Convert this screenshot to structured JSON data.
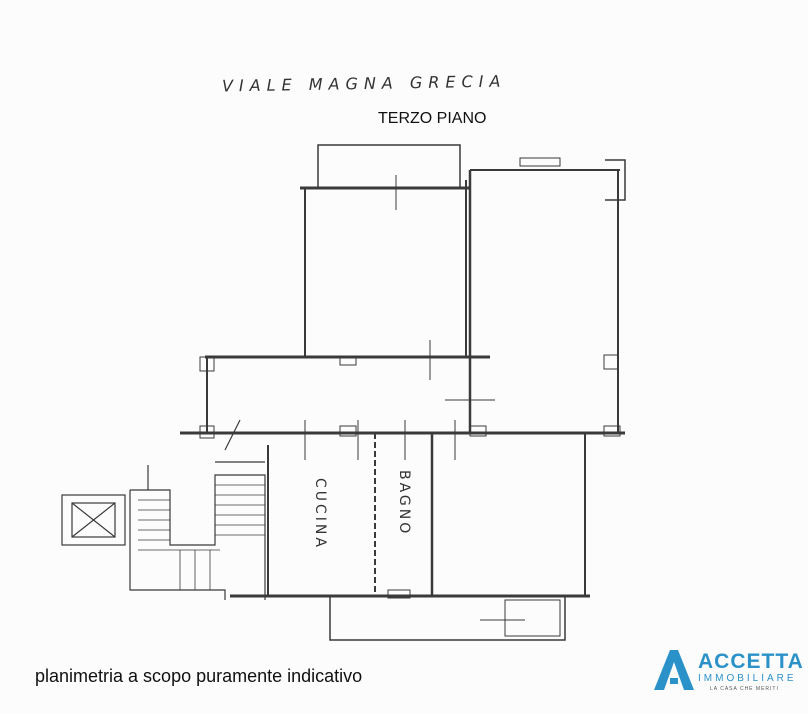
{
  "plan": {
    "street_label": "VIALE MAGNA GRECIA",
    "floor_label": "TERZO PIANO",
    "rooms": [
      {
        "label": "CUCINA"
      },
      {
        "label": "BAGNO"
      }
    ],
    "disclaimer": "planimetria a scopo puramente indicativo"
  },
  "logo": {
    "name": "ACCETTA",
    "subtitle": "IMMOBILIARE",
    "tagline": "LA CASA CHE MERITI",
    "color": "#2b92c9"
  }
}
